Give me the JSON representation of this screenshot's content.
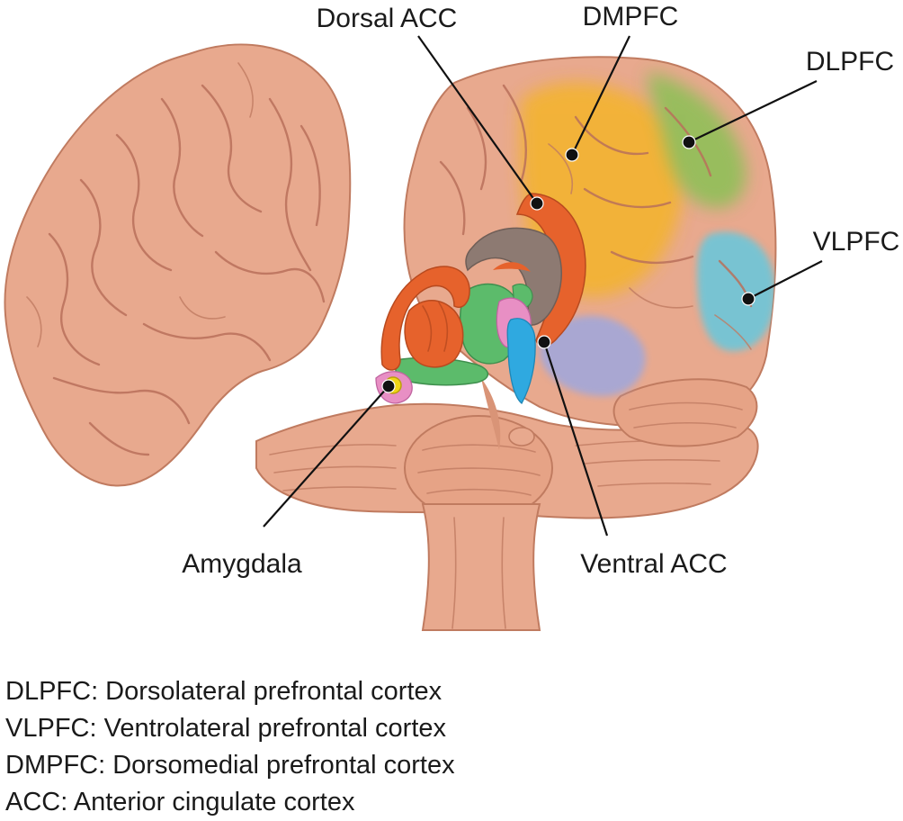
{
  "callouts": {
    "dorsal_acc": "Dorsal ACC",
    "dmpfc": "DMPFC",
    "dlpfc": "DLPFC",
    "vlpfc": "VLPFC",
    "amygdala": "Amygdala",
    "ventral_acc": "Ventral ACC"
  },
  "legend": [
    {
      "label": "DLPFC: Dorsolateral prefrontal cortex"
    },
    {
      "label": "VLPFC: Ventrolateral prefrontal cortex"
    },
    {
      "label": "DMPFC: Dorsomedial prefrontal cortex"
    },
    {
      "label": "ACC: Anterior cingulate cortex"
    }
  ],
  "colors": {
    "brain_tissue": "#e8a98e",
    "dmpfc": "#f3b331",
    "dlpfc": "#8fbf59",
    "vlpfc": "#72c5d6",
    "acc": "#e6622c",
    "ventricle": "#8d7a72",
    "limbic_green": "#5cbb6b",
    "hypothalamus_blue": "#2fa9e0",
    "ventral_region": "#a6a7d6",
    "amygdala": "#f0d617",
    "pink_region": "#e88fc4"
  }
}
